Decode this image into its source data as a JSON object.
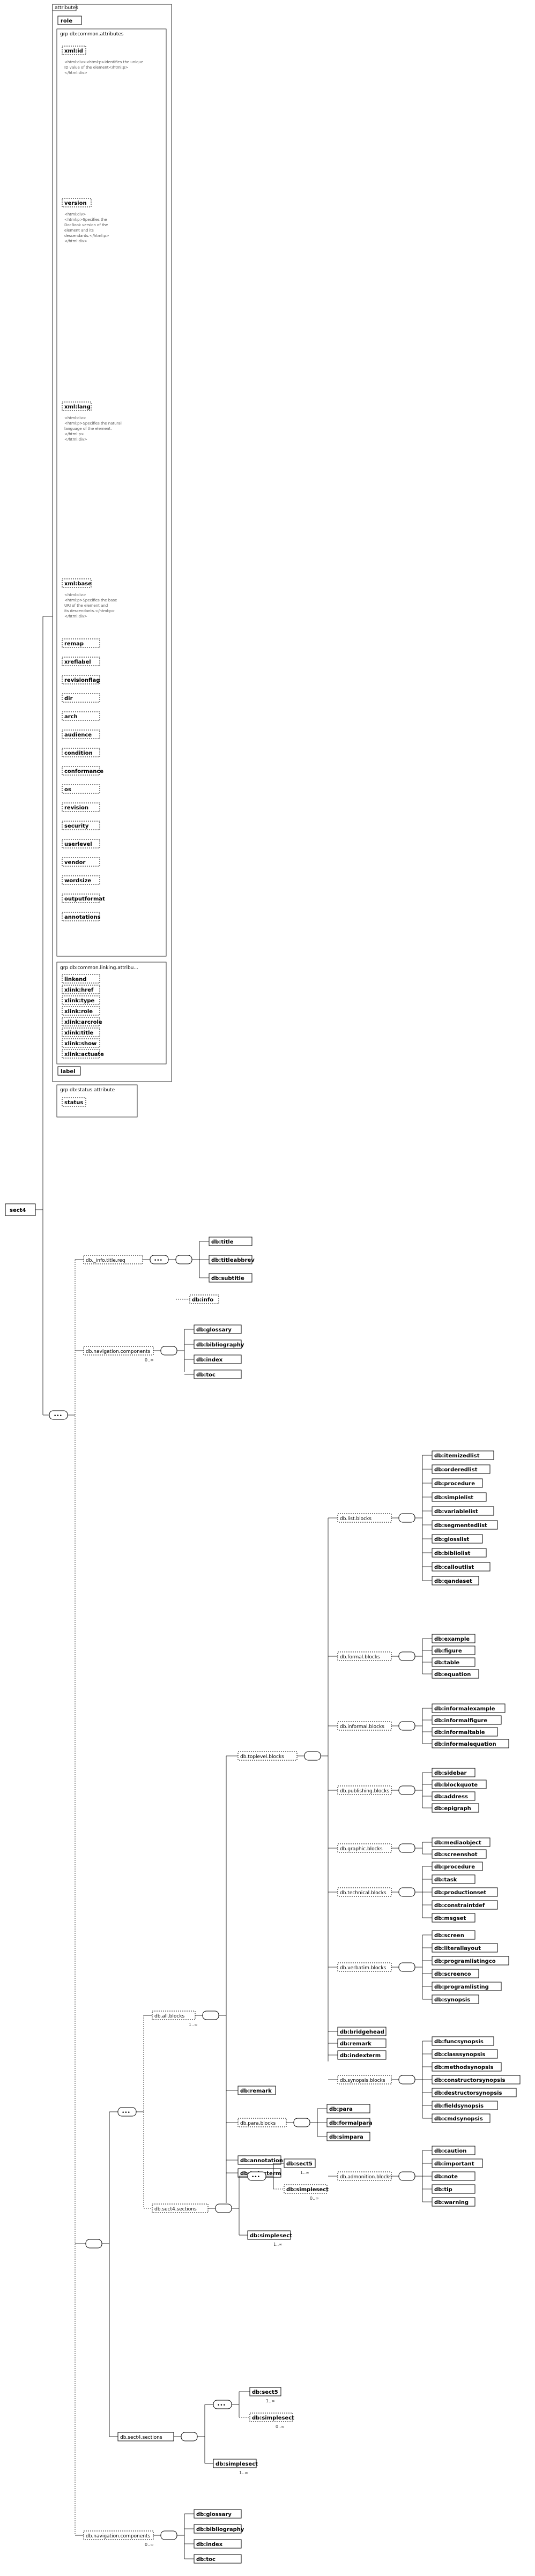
{
  "root": {
    "name": "sect4"
  },
  "attributes_panel_title": "attributes",
  "attributes": {
    "role": "role",
    "common_group": "grp  db:common.attributes",
    "common": [
      {
        "name": "xml:id",
        "doc": [
          "<html:div><html:p>Identifies the unique",
          "ID value of the element</html:p>",
          "</html:div>"
        ]
      },
      {
        "name": "version",
        "doc": [
          "<html:div>",
          "<html:p>Specifies the",
          "DocBook version of the",
          "element and its",
          "descendants.</html:p>",
          "</html:div>"
        ]
      },
      {
        "name": "xml:lang",
        "doc": [
          "<html:div>",
          "<html:p>Specifies the natural",
          "language of the element.",
          "</html:p>",
          "</html:div>"
        ]
      },
      {
        "name": "xml:base",
        "doc": [
          "<html:div>",
          "<html:p>Specifies the base",
          "URI of the element and",
          "its descendants.</html:p>",
          "</html:div>"
        ]
      }
    ],
    "common_rest": [
      "remap",
      "xreflabel",
      "revisionflag",
      "dir",
      "arch",
      "audience",
      "condition",
      "conformance",
      "os",
      "revision",
      "security",
      "userlevel",
      "vendor",
      "wordsize",
      "outputformat",
      "annotations"
    ],
    "linking_group": "grp  db:common.linking.attribu...",
    "linking": [
      "linkend",
      "xlink:href",
      "xlink:type",
      "xlink:role",
      "xlink:arcrole",
      "xlink:title",
      "xlink:show",
      "xlink:actuate"
    ],
    "label": "label",
    "status_group": "grp  db:status.attribute",
    "status": "status"
  },
  "content": {
    "info_group": "db._info.title.req",
    "info_items": [
      "db:title",
      "db:titleabbrev",
      "db:subtitle"
    ],
    "info": "db:info",
    "nav1": "db.navigation.components",
    "nav1_card": "0..∞",
    "nav_items": [
      "db:glossary",
      "db:bibliography",
      "db:index",
      "db:toc"
    ],
    "all_blocks": "db.all.blocks",
    "all_blocks_card": "1..∞",
    "toplevel": "db.toplevel.blocks",
    "list_group": "db.list.blocks",
    "list_items": [
      "db:itemizedlist",
      "db:orderedlist",
      "db:procedure",
      "db:simplelist",
      "db:variablelist",
      "db:segmentedlist",
      "db:glosslist",
      "db:bibliolist",
      "db:calloutlist",
      "db:qandaset"
    ],
    "formal_group": "db.formal.blocks",
    "formal_items": [
      "db:example",
      "db:figure",
      "db:table",
      "db:equation"
    ],
    "informal_group": "db.informal.blocks",
    "informal_items": [
      "db:informalexample",
      "db:informalfigure",
      "db:informaltable",
      "db:informalequation"
    ],
    "publishing_group": "db.publishing.blocks",
    "publishing_items": [
      "db:sidebar",
      "db:blockquote",
      "db:address",
      "db:epigraph"
    ],
    "graphic_group": "db.graphic.blocks",
    "graphic_items": [
      "db:mediaobject",
      "db:screenshot"
    ],
    "technical_group": "db.technical.blocks",
    "technical_items": [
      "db:procedure",
      "db:task",
      "db:productionset",
      "db:constraintdef",
      "db:msgset"
    ],
    "verbatim_group": "db.verbatim.blocks",
    "verbatim_items": [
      "db:screen",
      "db:literallayout",
      "db:programlistingco",
      "db:screenco",
      "db:programlisting",
      "db:synopsis"
    ],
    "bridgehead": "db:bridgehead",
    "remark_top": "db:remark",
    "indexterm": "db:indexterm",
    "synopsis_group": "db.synopsis.blocks",
    "synopsis_items": [
      "db:funcsynopsis",
      "db:classsynopsis",
      "db:methodsynopsis",
      "db:constructorsynopsis",
      "db:destructorsynopsis",
      "db:fieldsynopsis",
      "db:cmdsynopsis"
    ],
    "admon_group": "db.admonition.blocks",
    "admon_items": [
      "db:caution",
      "db:important",
      "db:note",
      "db:tip",
      "db:warning"
    ],
    "remark": "db:remark",
    "para_group": "db.para.blocks",
    "para_items": [
      "db:para",
      "db:formalpara",
      "db:simpara"
    ],
    "annotation": "db:annotation",
    "indexterm2": "db:indexterm",
    "sect4_group": "db.sect4.sections",
    "sect5": "db:sect5",
    "sect5_card": "1..∞",
    "simplesect": "db:simplesect",
    "simplesect_card": "0..∞",
    "simplesect2": "db:simplesect",
    "simplesect2_card": "1..∞",
    "sect5b": "db:sect5",
    "sect5b_card": "1..∞",
    "simplesectb": "db:simplesect",
    "simplesectb_card": "0..∞",
    "simplesectc": "db:simplesect",
    "simplesectc_card": "1..∞",
    "nav2": "db.navigation.components",
    "nav2_card": "0..∞"
  }
}
